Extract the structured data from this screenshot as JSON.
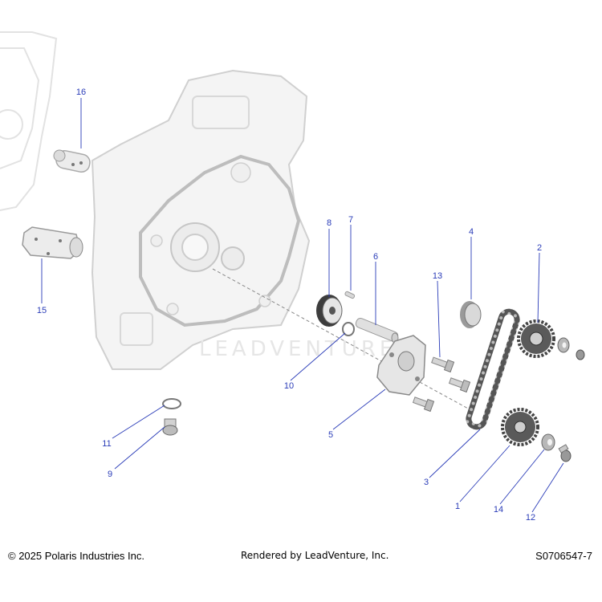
{
  "diagram": {
    "watermark": "LEADVENTURE",
    "callouts": [
      "16",
      "15",
      "8",
      "7",
      "6",
      "13",
      "4",
      "2",
      "10",
      "5",
      "11",
      "9",
      "3",
      "1",
      "14",
      "12"
    ],
    "colors": {
      "callout": "#2a3cb8",
      "leader": "#2a3cb8",
      "part_fill": "#f4f4f4",
      "part_stroke": "#c8c8c8",
      "dark_part": "#444444"
    }
  },
  "footer": {
    "copyright": "© 2025 Polaris Industries Inc.",
    "rendered_by": "Rendered by LeadVenture, Inc.",
    "diagram_id": "S0706547-7"
  }
}
